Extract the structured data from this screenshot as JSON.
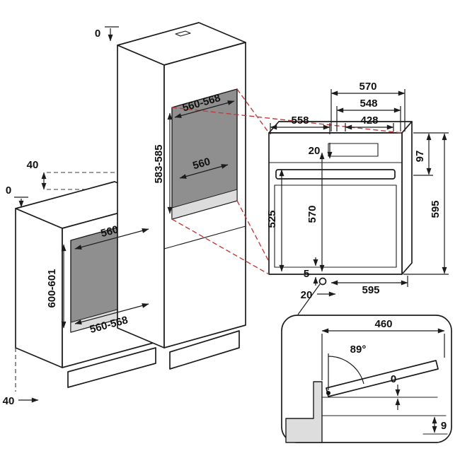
{
  "colors": {
    "line": "#1c1c1c",
    "projection_line": "#c23b3b",
    "niche_fill": "#8f8f8f",
    "floor_fill": "#dcdcdc"
  },
  "dims": {
    "tall_cabinet": {
      "top_gap": "0",
      "niche_width": "560-568",
      "niche_height": "583-585",
      "niche_depth": "560"
    },
    "wall_gap": "40",
    "base_cabinet": {
      "top_gap": "0",
      "niche_depth": "560",
      "niche_height": "600-601",
      "niche_width": "560-568",
      "plinth_recess": "40"
    },
    "oven": {
      "depth_total": "570",
      "depth_body": "548",
      "depth_a": "558",
      "depth_b": "428",
      "top_gap": "20",
      "panel_height": "97",
      "door_height": "525",
      "front_height": "570",
      "total_height": "595",
      "bottom_gap": "5",
      "bottom_clearance": "20",
      "width": "595"
    },
    "door_detail": {
      "opening_width": "460",
      "open_angle": "89°",
      "gap": "0",
      "protrusion": "9"
    }
  }
}
